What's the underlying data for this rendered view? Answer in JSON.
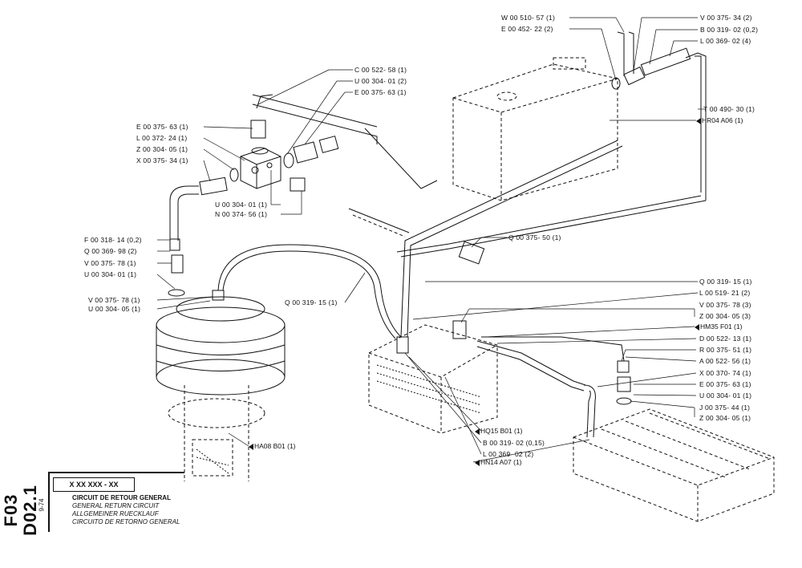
{
  "document": {
    "page_code": "F03 D02.1",
    "part_number_box": "X XX XXX - XX",
    "date": "9-74",
    "titles": {
      "fr": "CIRCUIT DE RETOUR GENERAL",
      "en": "GENERAL RETURN CIRCUIT",
      "de": "ALLGEMEINER RUECKLAUF",
      "es": "CIRCUITO DE RETORNO GENERAL"
    }
  },
  "labels_top_right": [
    "W 00 510- 57 (1)",
    "E 00 452- 22 (2)",
    "V 00 375- 34 (2)",
    "B 00 319- 02 (0,2)",
    "L 00 369- 02 (4)",
    "T 00 490- 30 (1)"
  ],
  "ref_hr04": "HR04  A06 (1)",
  "labels_top_center": [
    "C 00 522- 58 (1)",
    "U 00 304- 01 (2)",
    "E 00 375- 63 (1)"
  ],
  "labels_left_block": [
    "E 00 375- 63 (1)",
    "L 00 372- 24 (1)",
    "Z 00 304- 05 (1)",
    "X 00 375- 34 (1)"
  ],
  "labels_under_block": [
    "U 00 304- 01 (1)",
    "N 00 374- 56 (1)"
  ],
  "labels_left_column": [
    "F 00 318- 14 (0,2)",
    "Q 00 369- 98 (2)",
    "V 00 375- 78 (1)",
    "U 00 304- 01 (1)"
  ],
  "labels_left_lower": [
    "V 00 375- 78 (1)",
    "U 00 304- 05 (1)"
  ],
  "label_q_375_50": "Q 00 375- 50 (1)",
  "label_q_319_15_center": "Q 00 319- 15 (1)",
  "labels_right_column": [
    "Q 00 319- 15 (1)",
    "L 00 519- 21 (2)",
    "V 00 375- 78 (3)",
    "Z 00 304- 05 (3)",
    "D 00 522- 13 (1)",
    "R 00 375- 51 (1)",
    "A 00 522- 56 (1)",
    "X 00 370- 74 (1)",
    "E 00 375- 63 (1)",
    "U 00 304- 01 (1)",
    "J 00 375- 44 (1)",
    "Z 00 304- 05 (1)"
  ],
  "ref_hm35": "HM35  F01 (1)",
  "ref_ha08": "HA08  B01 (1)",
  "ref_hq15": "HQ15  B01  (1)",
  "labels_bottom_center": [
    "B 00 319- 02 (0,15)",
    "L 00 369- 02 (2)"
  ],
  "ref_hn14": "HN14  A07  (1)"
}
